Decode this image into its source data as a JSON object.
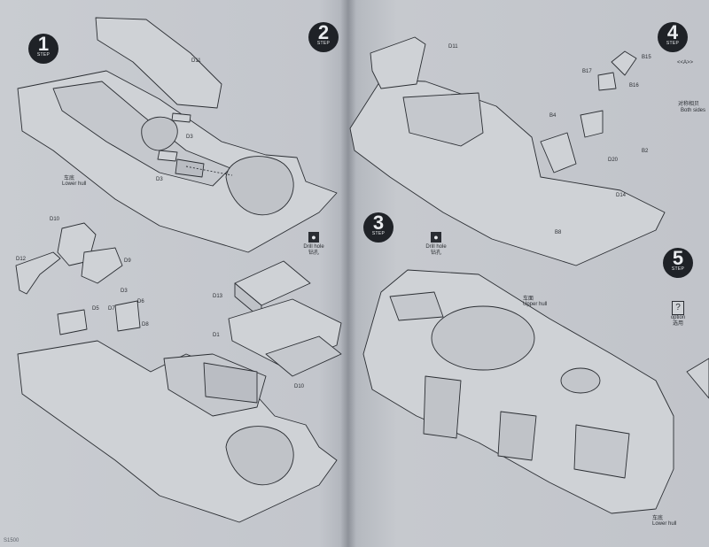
{
  "steps": [
    {
      "number": "1",
      "tag": "STEP"
    },
    {
      "number": "2",
      "tag": "STEP"
    },
    {
      "number": "3",
      "tag": "STEP"
    },
    {
      "number": "4",
      "tag": "STEP"
    },
    {
      "number": "5",
      "tag": "STEP"
    }
  ],
  "labels": {
    "lower_hull_cn": "车底",
    "lower_hull_en": "Lower hull",
    "upper_hull_cn": "车面",
    "upper_hull_en": "Upper hull",
    "lower_hull2_cn": "车底",
    "lower_hull2_en": "Lower hull",
    "both_sides_cn": "对称相贝",
    "both_sides_en": "Both sides",
    "drill_en": "Drill hole",
    "drill_cn": "钻孔",
    "drill2_en": "Drill hole",
    "drill2_cn": "钻孔",
    "option_en": "option",
    "option_cn": "选用",
    "angle": "<<A>>",
    "page_no": "S1500"
  },
  "parts": {
    "d11": "D11",
    "d3a": "D3",
    "d3b": "D3",
    "d10": "D10",
    "d12": "D12",
    "d9": "D9",
    "d5": "D5",
    "d7": "D7",
    "d3c": "D3",
    "d6": "D6",
    "d8": "D8",
    "d13": "D13",
    "d1": "D1",
    "d10b": "D10",
    "c11": "D11",
    "c15": "B15",
    "c17": "B17",
    "c16": "B16",
    "c4": "B4",
    "c20": "D20",
    "c2": "B2",
    "c14": "D14",
    "c8": "B8"
  }
}
